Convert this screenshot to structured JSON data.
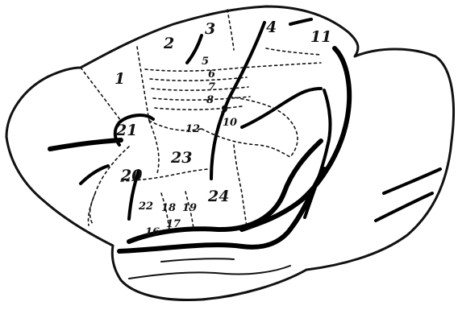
{
  "figure": {
    "area_labels": [
      {
        "id": "label-1",
        "text": "1"
      },
      {
        "id": "label-2",
        "text": "2"
      },
      {
        "id": "label-3",
        "text": "3"
      },
      {
        "id": "label-4",
        "text": "4"
      },
      {
        "id": "label-5",
        "text": "5"
      },
      {
        "id": "label-6",
        "text": "6"
      },
      {
        "id": "label-7",
        "text": "7"
      },
      {
        "id": "label-8",
        "text": "8"
      },
      {
        "id": "label-9",
        "text": "9"
      },
      {
        "id": "label-10",
        "text": "10"
      },
      {
        "id": "label-11",
        "text": "11"
      },
      {
        "id": "label-12",
        "text": "12"
      },
      {
        "id": "label-16",
        "text": "16"
      },
      {
        "id": "label-17",
        "text": "17"
      },
      {
        "id": "label-18",
        "text": "18"
      },
      {
        "id": "label-19",
        "text": "19"
      },
      {
        "id": "label-20",
        "text": "20"
      },
      {
        "id": "label-21",
        "text": "21"
      },
      {
        "id": "label-22",
        "text": "22"
      },
      {
        "id": "label-23",
        "text": "23"
      },
      {
        "id": "label-24",
        "text": "24"
      }
    ]
  }
}
